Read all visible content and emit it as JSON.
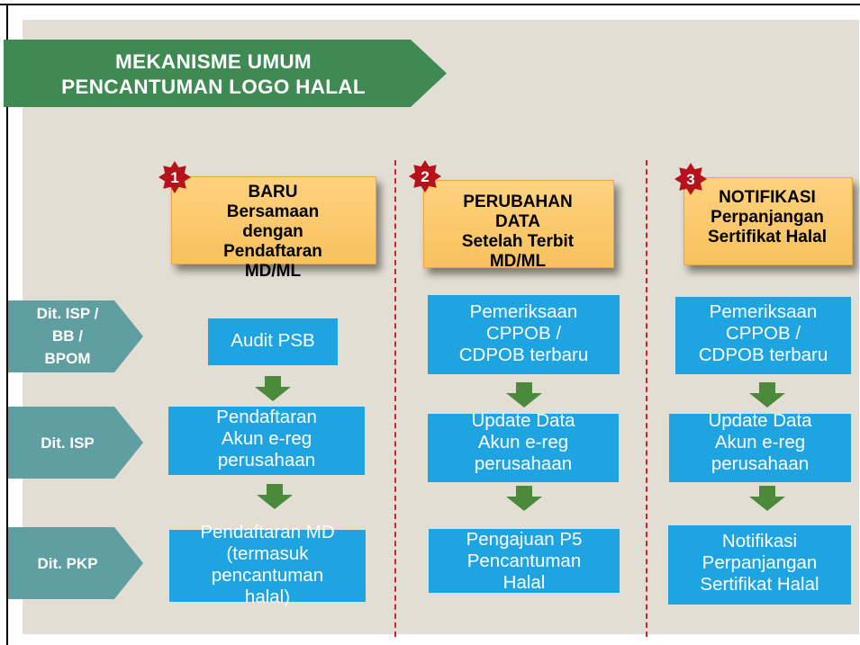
{
  "title": {
    "line1": "MEKANISME UMUM",
    "line2": "PENCANTUMAN LOGO HALAL"
  },
  "columns": [
    {
      "number": "1",
      "card_lines": [
        "BARU",
        "Bersamaan",
        "dengan",
        "Pendaftaran",
        "MD/ML"
      ]
    },
    {
      "number": "2",
      "card_lines": [
        "PERUBAHAN",
        "DATA",
        "Setelah Terbit",
        "MD/ML"
      ]
    },
    {
      "number": "3",
      "card_lines": [
        "NOTIFIKASI",
        "Perpanjangan",
        "Sertifikat Halal"
      ]
    }
  ],
  "stages": [
    {
      "lines": [
        "Dit. ISP /",
        "BB /",
        "BPOM"
      ]
    },
    {
      "lines": [
        "Dit. ISP"
      ]
    },
    {
      "lines": [
        "Dit. PKP"
      ]
    }
  ],
  "boxes": {
    "col1": [
      [
        "Audit PSB"
      ],
      [
        "Pendaftaran",
        "Akun e-reg",
        "perusahaan"
      ],
      [
        "Pendaftaran MD",
        "(termasuk",
        "pencantuman",
        "halal)"
      ]
    ],
    "col2": [
      [
        "Pemeriksaan",
        "CPPOB /",
        "CDPOB terbaru"
      ],
      [
        "Update Data",
        "Akun e-reg",
        "perusahaan"
      ],
      [
        "Pengajuan P5",
        "Pencantuman",
        "Halal"
      ]
    ],
    "col3": [
      [
        "Pemeriksaan",
        "CPPOB /",
        "CDPOB terbaru"
      ],
      [
        "Update Data",
        "Akun e-reg",
        "perusahaan"
      ],
      [
        "Notifikasi",
        "Perpanjangan",
        "Sertifikat Halal"
      ]
    ]
  },
  "colors": {
    "panel": "#e3ded4",
    "title_banner": "#3e8a52",
    "card": "#f7c15e",
    "badge": "#b5121b",
    "stage": "#5f9ea1",
    "box": "#1ea4e1",
    "arrow": "#4b8a3b",
    "divider": "#c8262a"
  }
}
